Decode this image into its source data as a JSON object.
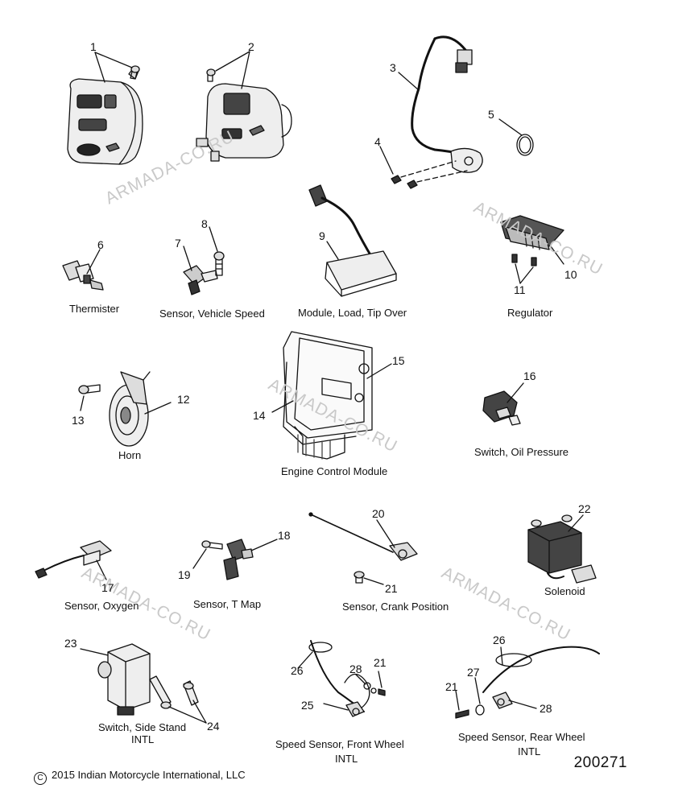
{
  "watermark_text": "ARMADA-CO.RU",
  "labels": {
    "thermister": "Thermister",
    "vehicle_speed": "Sensor, Vehicle Speed",
    "tip_over": "Module, Load, Tip Over",
    "regulator": "Regulator",
    "horn": "Horn",
    "ecm": "Engine Control Module",
    "oil_pressure": "Switch, Oil Pressure",
    "oxygen": "Sensor, Oxygen",
    "t_map": "Sensor, T Map",
    "crank": "Sensor, Crank Position",
    "solenoid": "Solenoid",
    "side_stand": "Switch, Side Stand",
    "side_stand_intl": "INTL",
    "front_wheel": "Speed Sensor, Front Wheel",
    "front_wheel_intl": "INTL",
    "rear_wheel": "Speed Sensor, Rear Wheel",
    "rear_wheel_intl": "INTL"
  },
  "callouts": {
    "n1": "1",
    "n2": "2",
    "n3": "3",
    "n4": "4",
    "n5": "5",
    "n6": "6",
    "n7": "7",
    "n8": "8",
    "n9": "9",
    "n10": "10",
    "n11": "11",
    "n12": "12",
    "n13": "13",
    "n14": "14",
    "n15": "15",
    "n16": "16",
    "n17": "17",
    "n18": "18",
    "n19": "19",
    "n20": "20",
    "n21a": "21",
    "n22": "22",
    "n23": "23",
    "n24": "24",
    "n25": "25",
    "n26a": "26",
    "n28a": "28",
    "n21b": "21",
    "n21c": "21",
    "n27": "27",
    "n26b": "26",
    "n28b": "28"
  },
  "copyright_symbol": "C",
  "copyright": "2015 Indian Motorcycle International, LLC",
  "diagram_number": "200271"
}
